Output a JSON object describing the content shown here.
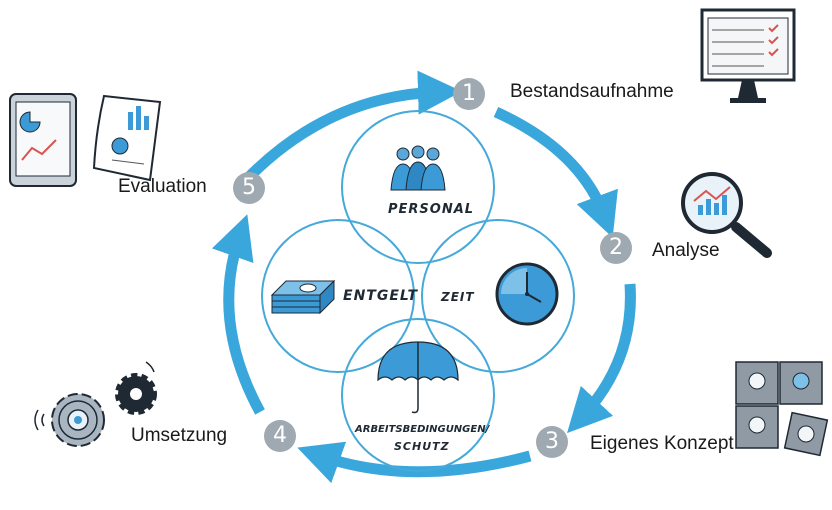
{
  "steps": [
    {
      "number": "1",
      "label": "Bestandsaufnahme",
      "icon": "monitor-checklist-icon"
    },
    {
      "number": "2",
      "label": "Analyse",
      "icon": "magnifier-chart-icon"
    },
    {
      "number": "3",
      "label": "Eigenes Konzept",
      "icon": "puzzle-lightbulb-icon"
    },
    {
      "number": "4",
      "label": "Umsetzung",
      "icon": "gears-icon"
    },
    {
      "number": "5",
      "label": "Evaluation",
      "icon": "tablet-report-icon"
    }
  ],
  "venn": {
    "personal": "PERSONAL",
    "entgelt": "ENTGELT",
    "zeit": "ZEIT",
    "arbeit_line1": "ARBEITSBEDINGUNGEN/",
    "arbeit_line2": "SCHUTZ"
  },
  "colors": {
    "arrow": "#3aa7dc",
    "circle_stroke": "#45a9d9",
    "step_badge": "#9fa9b1",
    "icon_blue": "#3c9bd6"
  }
}
